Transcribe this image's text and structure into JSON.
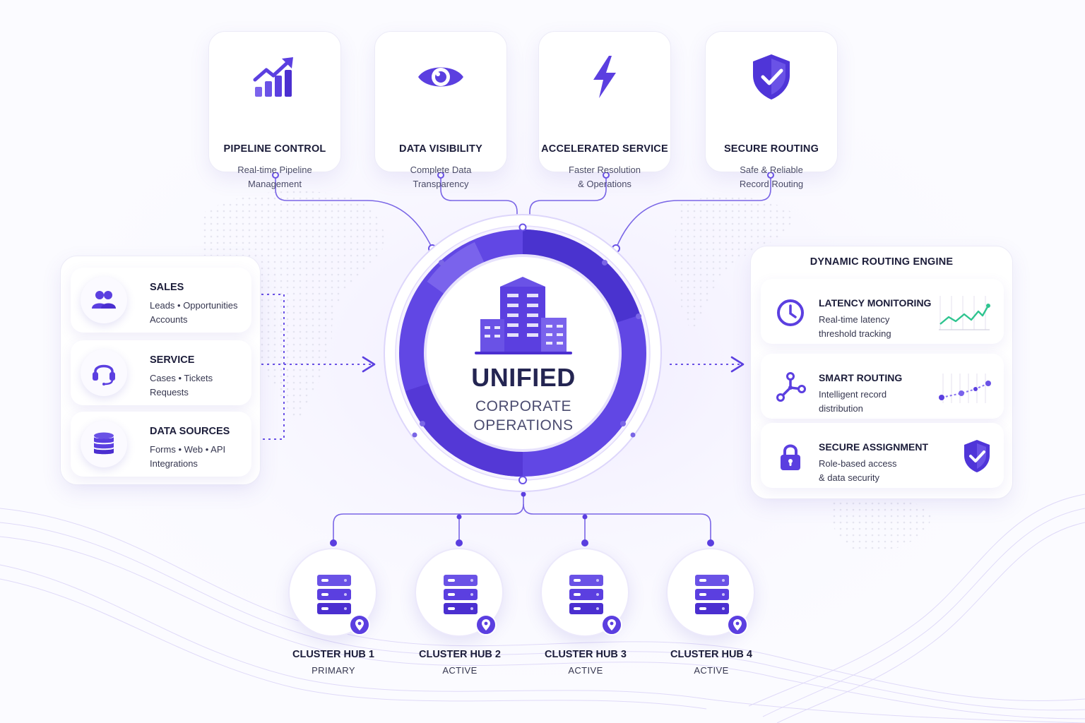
{
  "colors": {
    "primary": "#5b3fe0",
    "primary_light": "#8b76f0",
    "hub_ring": "#6a52e6",
    "chart_green": "#2ec48f",
    "text_dark": "#1c1d3a"
  },
  "features": [
    {
      "icon": "growth-chart-icon",
      "title": "PIPELINE CONTROL",
      "subtitle": [
        "Real-time Pipeline",
        "Management"
      ]
    },
    {
      "icon": "eye-icon",
      "title": "DATA VISIBILITY",
      "subtitle": [
        "Complete Data",
        "Transparency"
      ]
    },
    {
      "icon": "lightning-bolt-icon",
      "title": "ACCELERATED SERVICE",
      "subtitle": [
        "Faster Resolution",
        "& Operations"
      ]
    },
    {
      "icon": "shield-check-icon",
      "title": "SECURE ROUTING",
      "subtitle": [
        "Safe & Reliable",
        "Record Routing"
      ]
    }
  ],
  "sources": [
    {
      "icon": "users-icon",
      "title": "SALES",
      "subtitle": [
        "Leads • Opportunities",
        "Accounts"
      ]
    },
    {
      "icon": "headset-icon",
      "title": "SERVICE",
      "subtitle": [
        "Cases • Tickets",
        "Requests"
      ]
    },
    {
      "icon": "database-icon",
      "title": "DATA SOURCES",
      "subtitle": [
        "Forms • Web • API",
        "Integrations"
      ]
    }
  ],
  "hub": {
    "icon": "office-buildings-icon",
    "title": "UNIFIED",
    "subtitle": [
      "CORPORATE",
      "OPERATIONS"
    ]
  },
  "routing_engine": {
    "title": "DYNAMIC ROUTING ENGINE",
    "items": [
      {
        "icon": "clock-icon",
        "title": "LATENCY MONITORING",
        "subtitle": [
          "Real-time latency",
          "threshold tracking"
        ],
        "decoration": "line-chart-icon"
      },
      {
        "icon": "routing-nodes-icon",
        "title": "SMART ROUTING",
        "subtitle": [
          "Intelligent record",
          "distribution"
        ],
        "decoration": "scatter-trend-icon"
      },
      {
        "icon": "padlock-icon",
        "title": "SECURE ASSIGNMENT",
        "subtitle": [
          "Role-based access",
          "& data security"
        ],
        "decoration": "shield-check-icon"
      }
    ]
  },
  "clusters": [
    {
      "icon": "server-stack-icon",
      "title": "CLUSTER HUB 1",
      "status": "PRIMARY"
    },
    {
      "icon": "server-stack-icon",
      "title": "CLUSTER HUB 2",
      "status": "ACTIVE"
    },
    {
      "icon": "server-stack-icon",
      "title": "CLUSTER HUB 3",
      "status": "ACTIVE"
    },
    {
      "icon": "server-stack-icon",
      "title": "CLUSTER HUB 4",
      "status": "ACTIVE"
    }
  ]
}
